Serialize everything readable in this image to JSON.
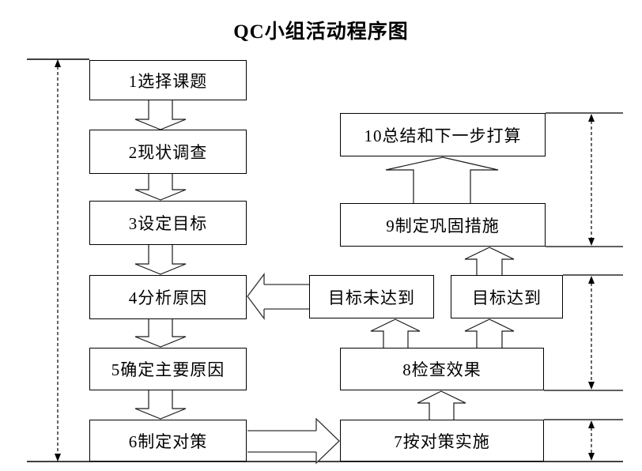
{
  "title": "QC小组活动程序图",
  "flow": {
    "steps": [
      {
        "id": 1,
        "label": "1选择课题"
      },
      {
        "id": 2,
        "label": "2现状调查"
      },
      {
        "id": 3,
        "label": "3设定目标"
      },
      {
        "id": 4,
        "label": "4分析原因"
      },
      {
        "id": 5,
        "label": "5确定主要原因"
      },
      {
        "id": 6,
        "label": "6制定对策"
      },
      {
        "id": 7,
        "label": "7按对策实施"
      },
      {
        "id": 8,
        "label": "8检查效果"
      },
      {
        "id": 9,
        "label": "9制定巩固措施"
      },
      {
        "id": 10,
        "label": "10总结和下一步打算"
      }
    ],
    "decisions": [
      {
        "label": "目标未达到",
        "meaning": "goal-not-reached, loop back to step 4"
      },
      {
        "label": "目标达到",
        "meaning": "goal-reached, continue to step 9"
      }
    ]
  },
  "colors": {
    "background": "#ffffff",
    "line": "#000000",
    "box_border": "#000000",
    "text": "#000000",
    "arrow_shaft_gray": "#808080"
  }
}
